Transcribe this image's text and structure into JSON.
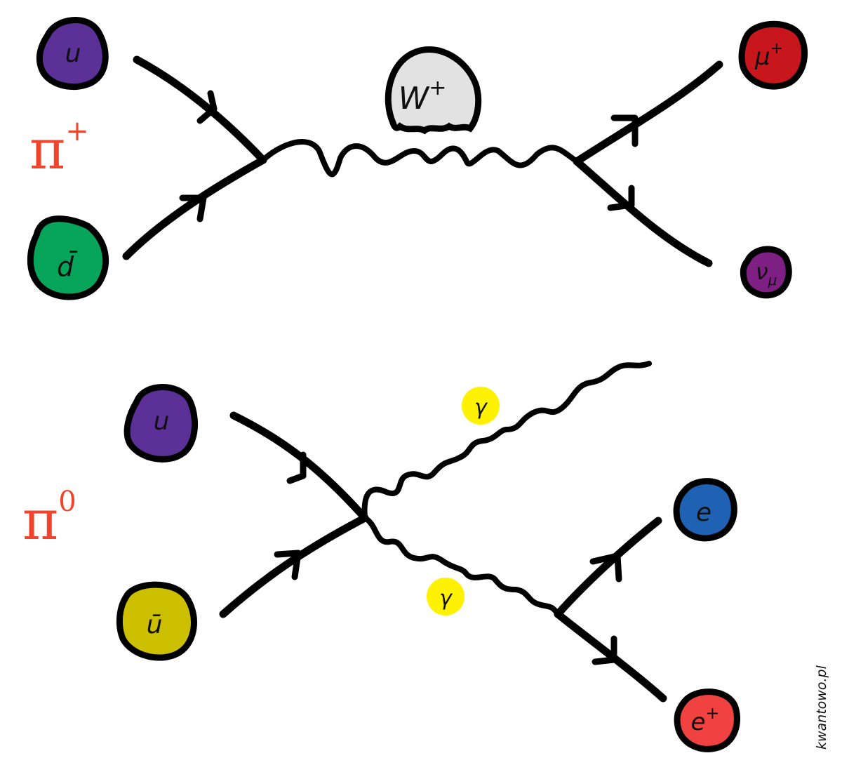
{
  "diagrams": [
    {
      "pion": {
        "symbol": "π",
        "sup": "+"
      },
      "particles": {
        "u": "u",
        "dbar": "d̄",
        "W": "W",
        "W_sup": "+",
        "muon": "μ",
        "muon_sup": "+",
        "nu": "ν",
        "nu_sub": "μ"
      }
    },
    {
      "pion": {
        "symbol": "π",
        "sup": "0"
      },
      "particles": {
        "u": "u",
        "ubar": "ū",
        "gamma1": "γ",
        "gamma2": "γ",
        "electron": "e",
        "positron": "e",
        "positron_sup": "+"
      }
    }
  ],
  "colors": {
    "u_quark": "#5b3197",
    "anti_down": "#07a559",
    "anti_up": "#cbbf00",
    "w_boson": "#e2e2e2",
    "muon": "#c8161d",
    "neutrino": "#7d1f83",
    "photon": "#fff200",
    "electron": "#1f62b4",
    "positron": "#ef4241",
    "pion_label": "#f0442c"
  },
  "watermark": "kwantowo.pl"
}
